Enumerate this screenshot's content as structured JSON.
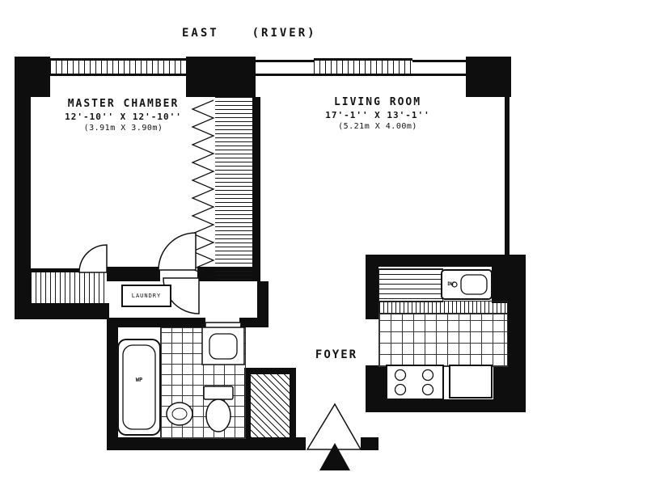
{
  "compass": {
    "direction": "EAST",
    "qualifier": "(RIVER)"
  },
  "rooms": {
    "master": {
      "name": "MASTER CHAMBER",
      "dims_imperial": "12'-10'' X 12'-10''",
      "dims_metric": "(3.91m X 3.90m)"
    },
    "living": {
      "name": "LIVING ROOM",
      "dims_imperial": "17'-1'' X 13'-1''",
      "dims_metric": "(5.21m X 4.00m)"
    },
    "laundry": {
      "name": "LAUNDRY"
    },
    "foyer": {
      "name": "FOYER"
    }
  },
  "fixtures": {
    "tub_label": "WP",
    "dishwasher_label": "DW"
  },
  "colors": {
    "ink": "#0e0e0e",
    "paper": "#ffffff"
  }
}
